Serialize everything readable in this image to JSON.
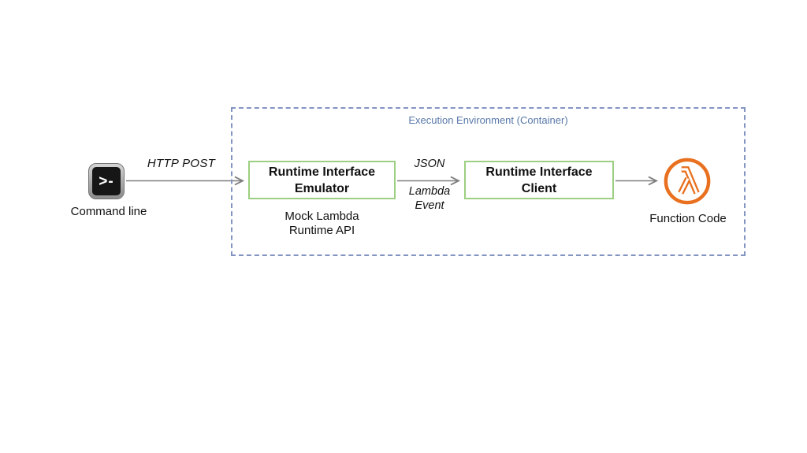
{
  "diagram": {
    "command_line": {
      "prompt_glyph": ">-",
      "label": "Command line"
    },
    "arrows": {
      "http_post_label": "HTTP POST",
      "json_label": "JSON",
      "lambda_event_label": "Lambda\nEvent"
    },
    "container": {
      "label": "Execution Environment (Container)"
    },
    "emulator_box": {
      "title": "Runtime Interface\nEmulator",
      "caption": "Mock Lambda\nRuntime API"
    },
    "client_box": {
      "title": "Runtime Interface\nClient"
    },
    "function_code": {
      "label": "Function Code"
    },
    "icons": {
      "terminal": "terminal-icon",
      "lambda": "aws-lambda-icon"
    },
    "colors": {
      "box_border_green": "#9ccf81",
      "container_border_blue": "#8494c2",
      "container_label_blue": "#5878a8",
      "arrow_gray": "#7f7f7f",
      "lambda_orange": "#e8701e",
      "text_black": "#111111"
    }
  }
}
